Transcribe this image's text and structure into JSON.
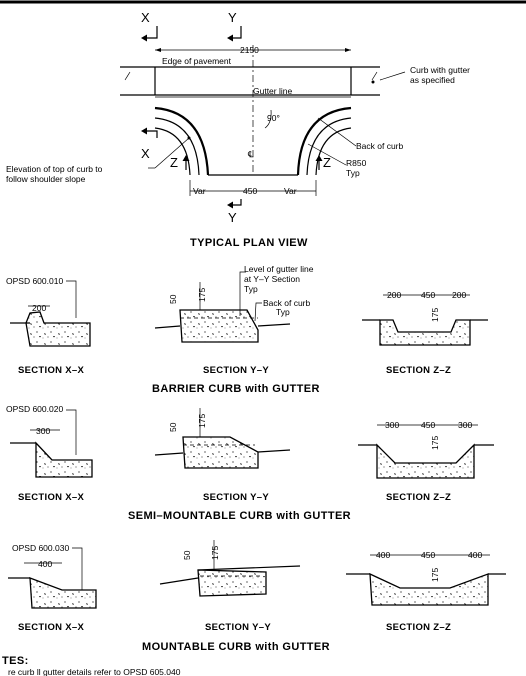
{
  "plan": {
    "section_x_mark": "X",
    "section_y_mark": "Y",
    "section_z_mark": "Z",
    "overall_dim": "2150",
    "edge_of_pavement": "Edge of pavement",
    "curb_with_gutter": [
      "Curb with gutter",
      "as specified"
    ],
    "gutter_line": "Gutter line",
    "angle": "90°",
    "centerline": "℄",
    "back_of_curb": "Back of curb",
    "radius": [
      "R850",
      "Typ"
    ],
    "elevation_note": [
      "Elevation of top of curb to",
      "follow shoulder slope"
    ],
    "var_left": "Var",
    "center_dim": "450",
    "var_right": "Var",
    "title": "TYPICAL PLAN VIEW"
  },
  "barrier": {
    "opsd": "OPSD 600.010",
    "xx_dim": "200",
    "yy_dim_50": "50",
    "yy_dim_175": "175",
    "gutter_note": [
      "Level of gutter line",
      "at Y–Y Section",
      "Typ"
    ],
    "back_note": [
      "Back of curb",
      "Typ"
    ],
    "zz_dims": [
      "200",
      "450",
      "200"
    ],
    "zz_dim_175": "175",
    "title": "BARRIER CURB with GUTTER"
  },
  "semi": {
    "opsd": "OPSD 600.020",
    "xx_dim": "300",
    "yy_dim_50": "50",
    "yy_dim_175": "175",
    "zz_dims": [
      "300",
      "450",
      "300"
    ],
    "zz_dim_175": "175",
    "title": "SEMI–MOUNTABLE CURB with GUTTER"
  },
  "mountable": {
    "opsd": "OPSD 600.030",
    "xx_dim": "400",
    "yy_dim_50": "50",
    "yy_dim_175": "175",
    "zz_dims": [
      "400",
      "450",
      "400"
    ],
    "zz_dim_175": "175",
    "title": "MOUNTABLE CURB with GUTTER"
  },
  "section_labels": {
    "xx": "SECTION X–X",
    "yy": "SECTION Y–Y",
    "zz": "SECTION Z–Z"
  },
  "notes": {
    "heading": "TES:",
    "line1": "re curb ll gutter details refer to OPSD 605.040"
  }
}
